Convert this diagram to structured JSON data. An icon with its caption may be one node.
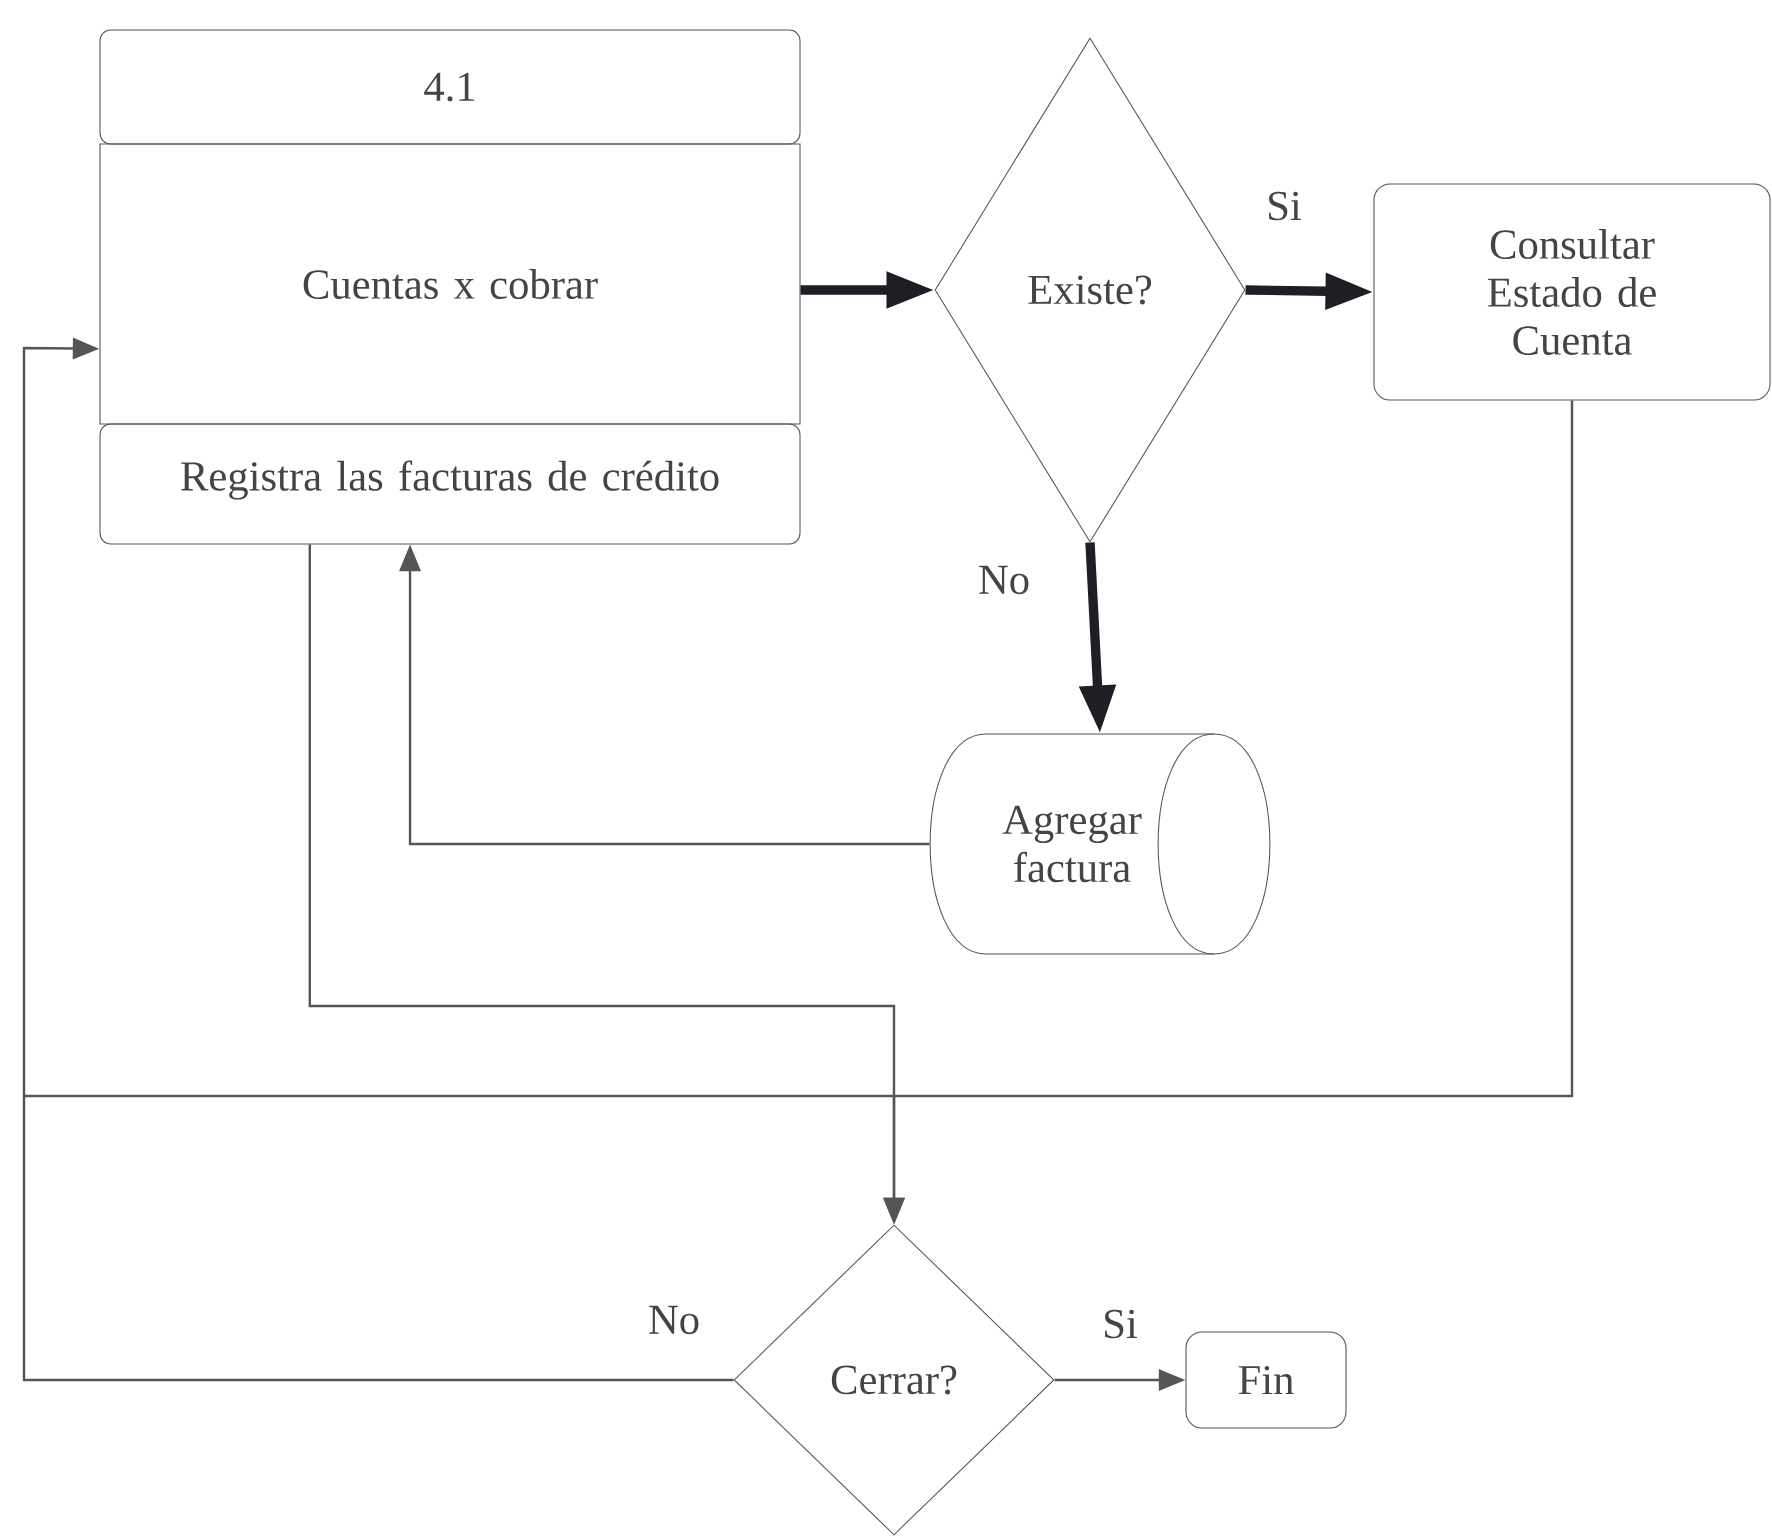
{
  "diagram": {
    "nodes": [
      {
        "text": [
          "4.1",
          "Cuentas x cobrar",
          "Registra las facturas de crédito"
        ]
      },
      {
        "text": [
          "Existe?"
        ]
      },
      {
        "text": [
          "Consultar Estado de Cuenta"
        ]
      },
      {
        "text": [
          "Agregar factura"
        ]
      },
      {
        "text": [
          "Cerrar?"
        ]
      },
      {
        "text": [
          "Fin"
        ]
      }
    ],
    "edges": [
      {
        "from": 0,
        "to": 1,
        "arrow": "to",
        "style": "thick"
      },
      {
        "from": 1,
        "to": 2,
        "arrow": "to",
        "style": "thick",
        "label": "Si"
      },
      {
        "from": 1,
        "to": 3,
        "arrow": "to",
        "style": "thick",
        "label": "No"
      },
      {
        "from": 3,
        "to": 0,
        "arrow": "to"
      },
      {
        "from": 0,
        "to": 4,
        "arrow": "to"
      },
      {
        "from": 2,
        "to": 4,
        "arrow": "to"
      },
      {
        "from": 4,
        "to": 0,
        "arrow": "to",
        "label": "No"
      },
      {
        "from": 4,
        "to": 5,
        "arrow": "to",
        "label": "Si"
      }
    ]
  }
}
